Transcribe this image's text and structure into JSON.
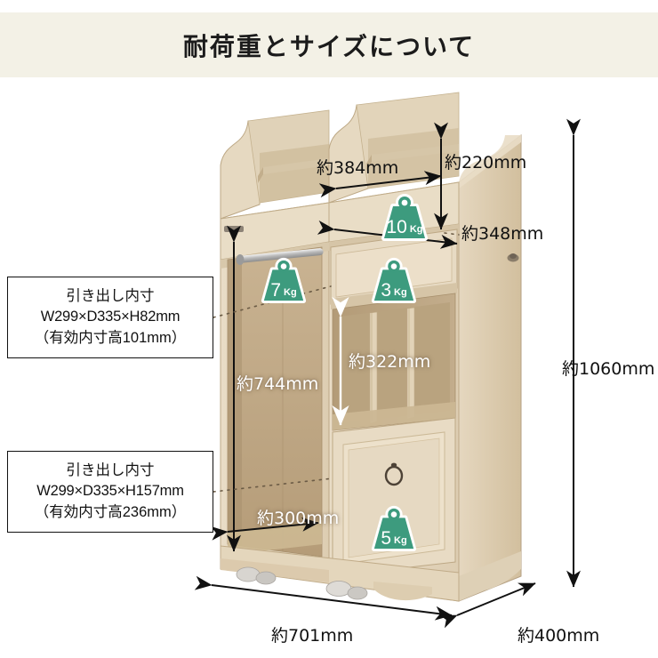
{
  "header": {
    "title": "耐荷重とサイズについて"
  },
  "info_boxes": [
    {
      "name": "upper-drawer-inner-dimensions",
      "line1": "引き出し内寸",
      "line2": "W299×D335×H82mm",
      "line3": "（有効内寸高101mm）"
    },
    {
      "name": "lower-drawer-inner-dimensions",
      "line1": "引き出し内寸",
      "line2": "W299×D335×H157mm",
      "line3": "（有効内寸高236mm）"
    }
  ],
  "dimensions": {
    "shelf_width": "約384mm",
    "shelf_height": "約220mm",
    "shelf_depth": "約348mm",
    "total_height": "約1060mm",
    "hanger_height": "約744mm",
    "cubby_height": "約322mm",
    "hanger_width": "約300mm",
    "total_width": "約701mm",
    "total_depth": "約400mm"
  },
  "load_badges": [
    {
      "name": "top-shelf-load",
      "value": "10",
      "unit": "Kg"
    },
    {
      "name": "hanger-rod-load",
      "value": "7",
      "unit": "Kg"
    },
    {
      "name": "upper-drawer-load",
      "value": "3",
      "unit": "Kg"
    },
    {
      "name": "lower-cabinet-load",
      "value": "5",
      "unit": "Kg"
    }
  ],
  "colors": {
    "header_band": "#f3f1e6",
    "badge_green": "#3d9b7e",
    "page_background": "#ffffff",
    "text": "#111111",
    "wood_light": "#e8dcc8",
    "wood_mid": "#d9c8ad",
    "wood_dark": "#bda883"
  },
  "product": {
    "type": "children's storage rack with hanger, drawers and cabinet"
  }
}
